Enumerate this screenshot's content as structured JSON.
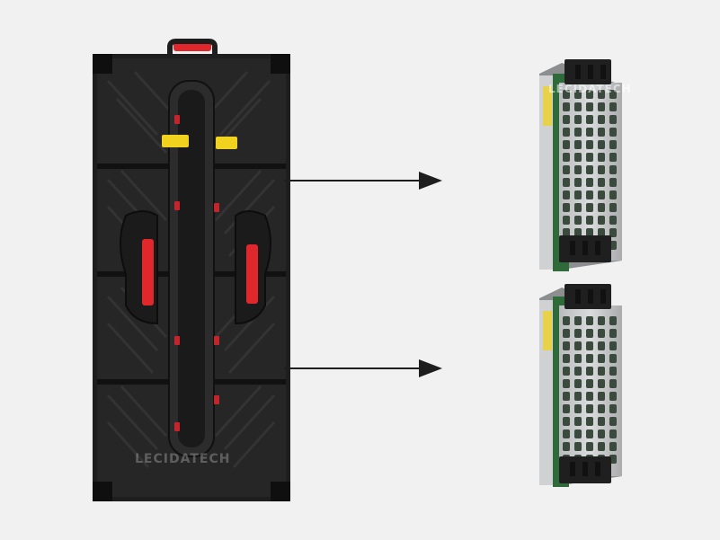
{
  "watermark": {
    "text": "LECIDATECH",
    "color": "#ffffff"
  },
  "cabinet": {
    "body_color": "#1e1e1e",
    "handle_color": "#e0282c",
    "accent_color": "#f1d21e",
    "icon": "led-cabinet-rear-icon"
  },
  "arrows": [
    {
      "target": "power-supply-top",
      "icon": "arrow-right-icon"
    },
    {
      "target": "power-supply-bottom",
      "icon": "arrow-right-icon"
    }
  ],
  "power_supplies": [
    {
      "name": "power-supply-top",
      "icon": "power-supply-unit-icon",
      "case_color": "#c9cbcc",
      "board_color": "#2f6b3a"
    },
    {
      "name": "power-supply-bottom",
      "icon": "power-supply-unit-icon",
      "case_color": "#c9cbcc",
      "board_color": "#2f6b3a"
    }
  ],
  "background_color": "#f1f1f1"
}
